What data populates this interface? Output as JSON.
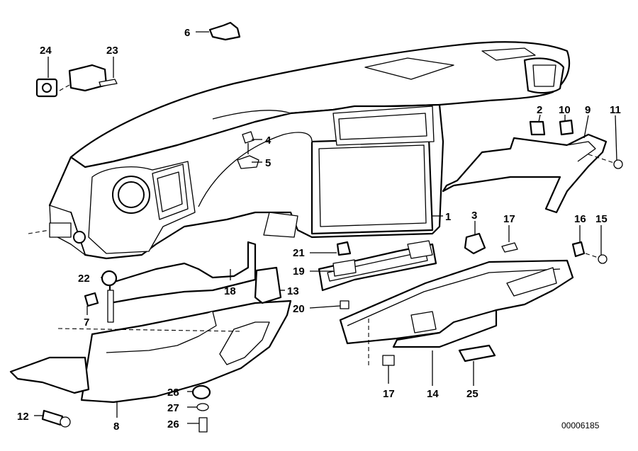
{
  "diagram": {
    "reference_number": "00006185",
    "callouts": {
      "c1": "1",
      "c2": "2",
      "c3": "3",
      "c4": "4",
      "c5": "5",
      "c6": "6",
      "c7": "7",
      "c8": "8",
      "c9": "9",
      "c10": "10",
      "c11": "11",
      "c12": "12",
      "c13": "13",
      "c14": "14",
      "c15": "15",
      "c16": "16",
      "c17a": "17",
      "c17b": "17",
      "c18": "18",
      "c19": "19",
      "c20": "20",
      "c21": "21",
      "c22": "22",
      "c23": "23",
      "c24": "24",
      "c25": "25",
      "c26": "26",
      "c27": "27",
      "c28": "28"
    }
  }
}
